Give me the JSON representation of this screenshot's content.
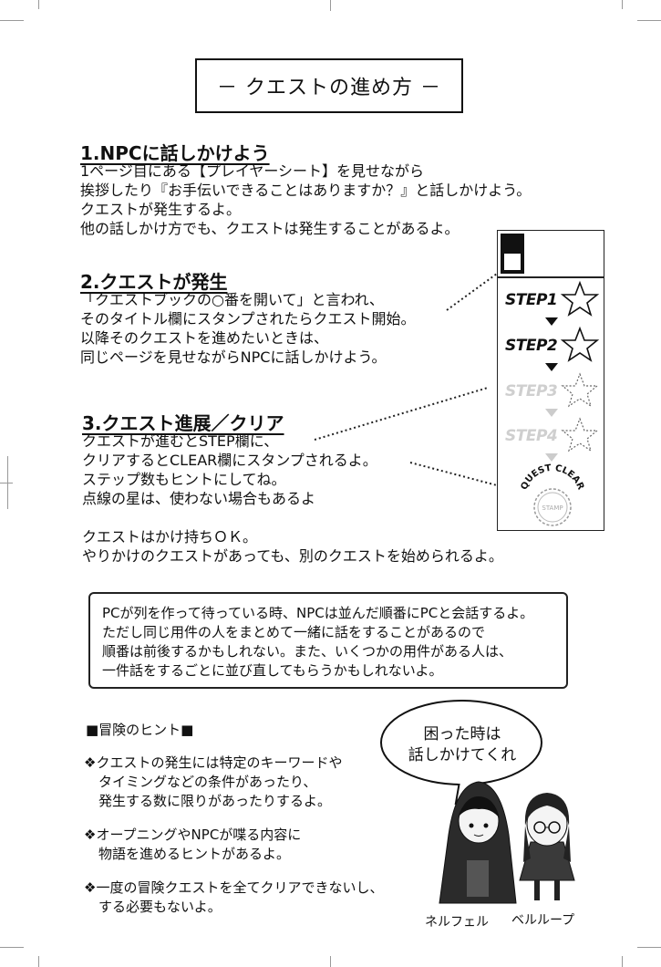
{
  "title": "－ クエストの進め方 －",
  "sections": [
    {
      "heading": "1.NPCに話しかけよう",
      "lines": [
        "1ページ目にある【プレイヤーシート】を見せながら",
        "挨拶したり『お手伝いできることはありますか？』と話しかけよう。",
        "クエストが発生するよ。",
        "他の話しかけ方でも、クエストは発生することがあるよ。"
      ]
    },
    {
      "heading": "2.クエストが発生",
      "lines": [
        "「クエストブックの○番を開いて」と言われ、",
        "そのタイトル欄にスタンプされたらクエスト開始。",
        "以降そのクエストを進めたいときは、",
        "同じページを見せながらNPCに話しかけよう。"
      ]
    },
    {
      "heading": "3.クエスト進展／クリア",
      "lines": [
        "クエストが進むとSTEP欄に、",
        "クリアするとCLEAR欄にスタンプされるよ。",
        "ステップ数もヒントにしてね。",
        "点線の星は、使わない場合もあるよ",
        "",
        "クエストはかけ持ちＯＫ。",
        "やりかけのクエストがあっても、別のクエストを始められるよ。"
      ]
    }
  ],
  "quest_panel": {
    "steps": [
      "STEP1",
      "STEP2",
      "STEP3",
      "STEP4"
    ],
    "clear_label": "QUEST CLEAR",
    "stamp_label": "STAMP"
  },
  "note_lines": [
    "PCが列を作って待っている時、NPCは並んだ順番にPCと会話するよ。",
    "ただし同じ用件の人をまとめて一緒に話をすることがあるので",
    "順番は前後するかもしれない。また、いくつかの用件がある人は、",
    "一件話をするごとに並び直してもらうかもしれないよ。"
  ],
  "hints": {
    "title": "■冒険のヒント■",
    "items": [
      [
        "❖クエストの発生には特定のキーワードや",
        "タイミングなどの条件があったり、",
        "発生する数に限りがあったりするよ。"
      ],
      [
        "❖オープニングやNPCが喋る内容に",
        "物語を進めるヒントがあるよ。"
      ],
      [
        "❖一度の冒険クエストを全てクリアできないし、",
        "する必要もないよ。"
      ]
    ]
  },
  "speech_bubble": [
    "困った時は",
    "話しかけてくれ"
  ],
  "characters": [
    "ネルフェル",
    "ベルループ"
  ]
}
